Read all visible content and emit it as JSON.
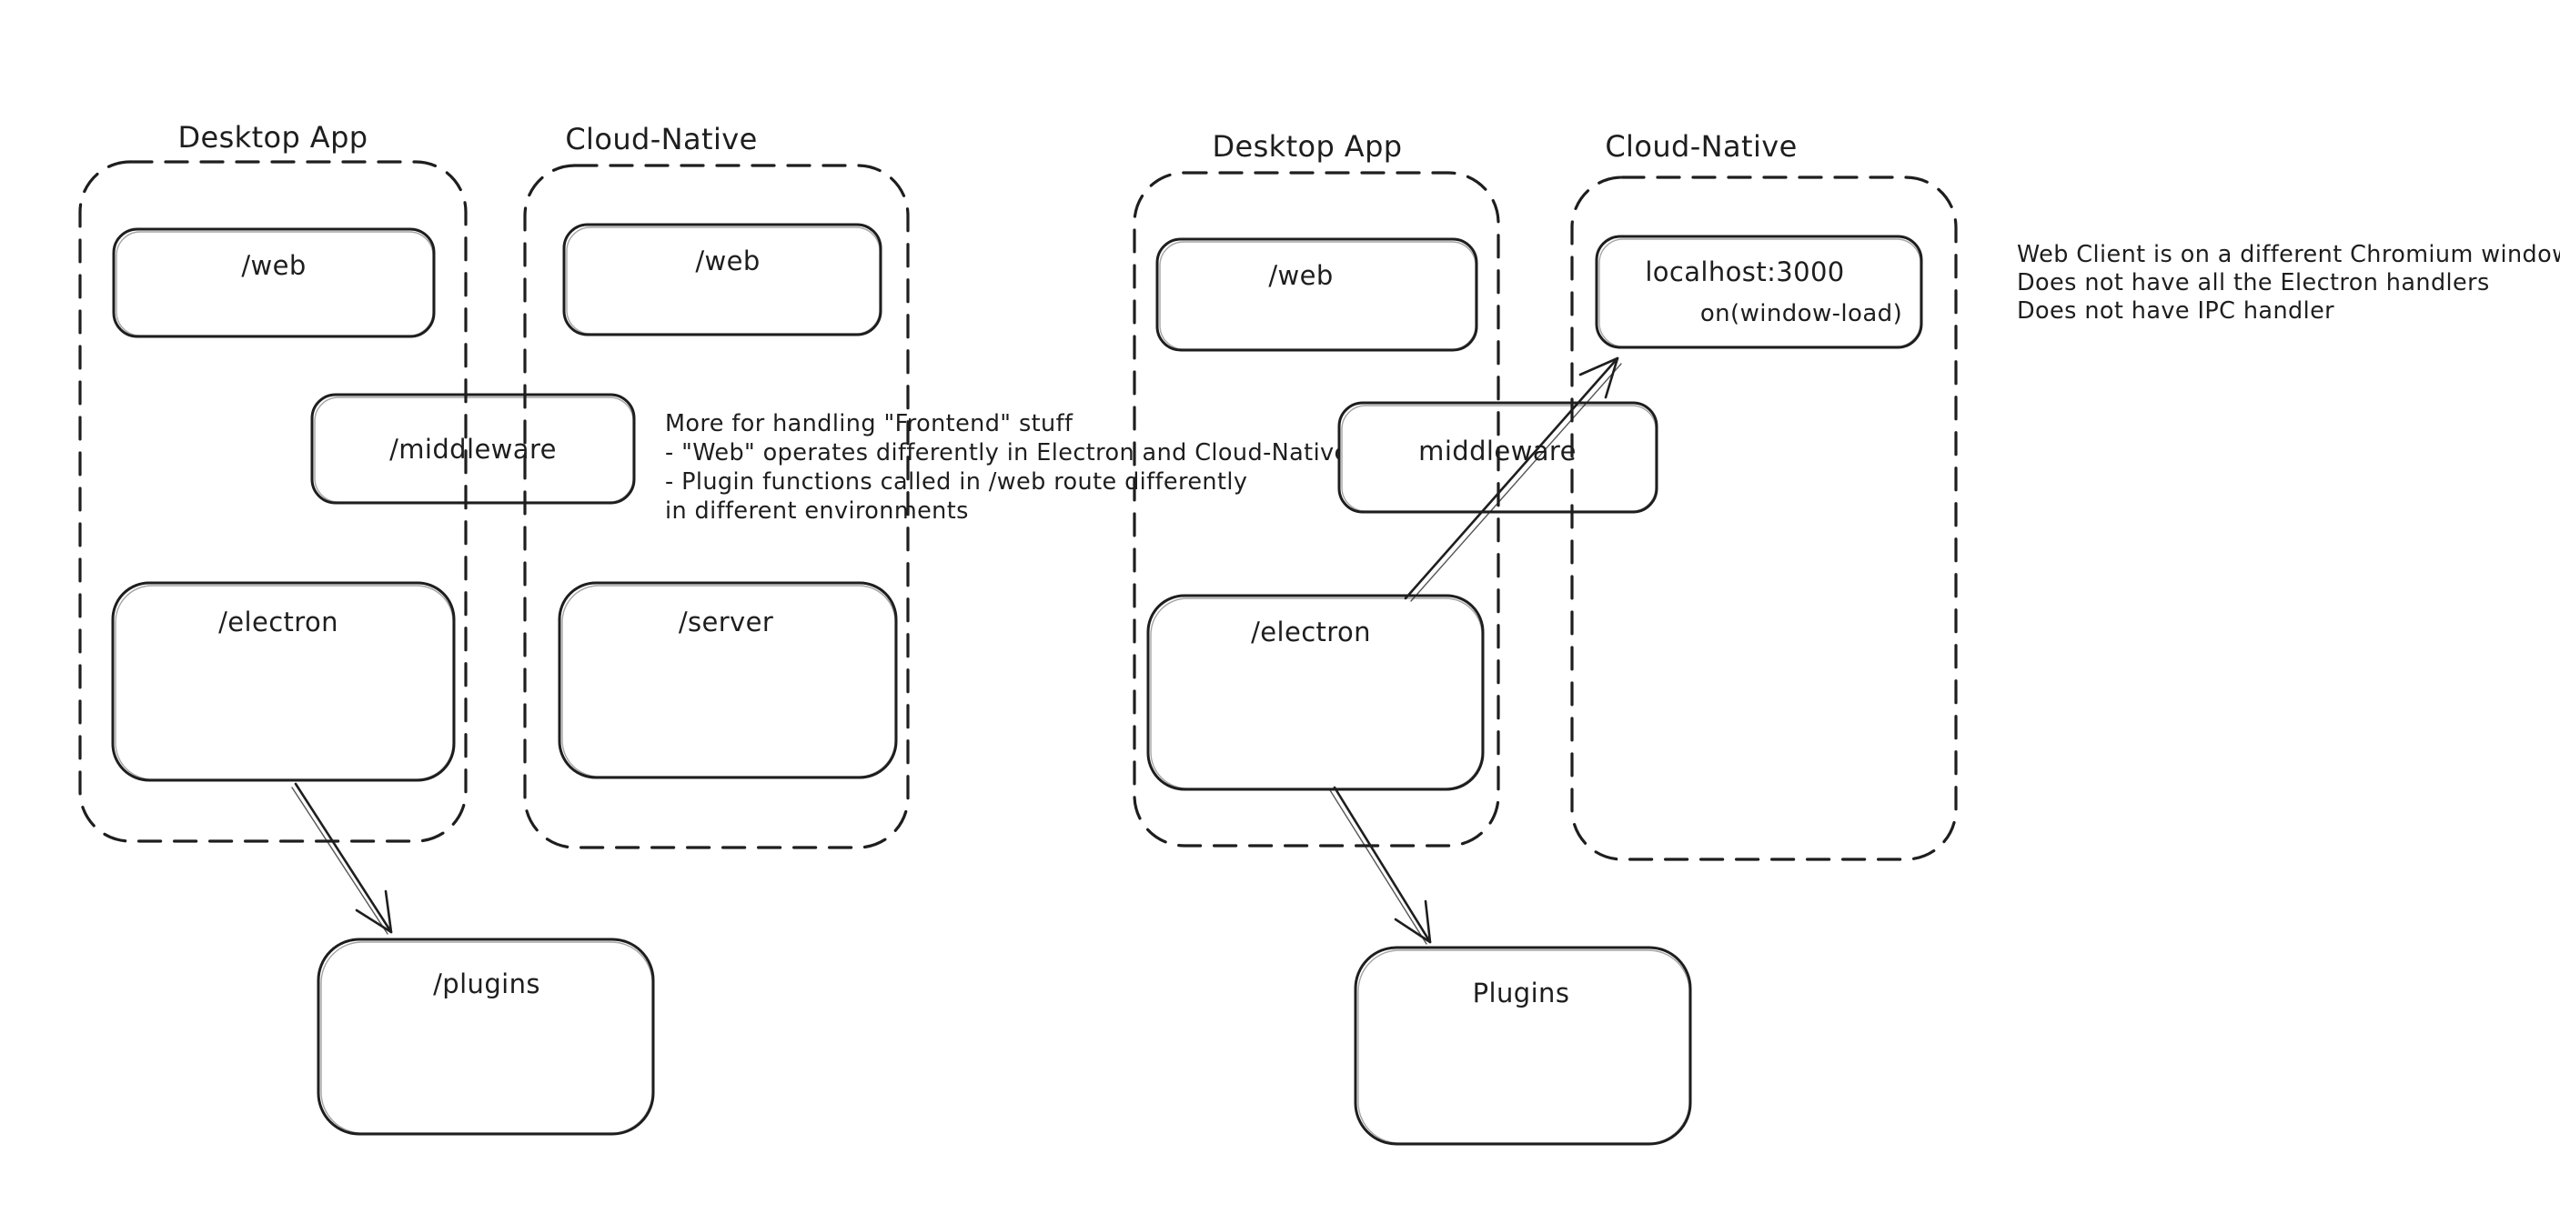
{
  "colors": {
    "ink": "#1e1e1e",
    "green": "#4e9a52",
    "red": "#d03732",
    "background": "#ffffff"
  },
  "left": {
    "desktop_label": "Desktop App",
    "cloud_label": "Cloud-Native",
    "web_desktop": "/web",
    "web_cloud": "/web",
    "middleware": "/middleware",
    "electron": "/electron",
    "server": "/server",
    "plugins": "/plugins",
    "green_note": [
      "More for handling \"Frontend\" stuff",
      "- \"Web\" operates differently in Electron and Cloud-Native",
      "- Plugin functions called in /web route differently",
      "in different environments"
    ]
  },
  "right": {
    "desktop_label": "Desktop App",
    "cloud_label": "Cloud-Native",
    "web": "/web",
    "middleware": "middleware",
    "electron": "/electron",
    "localhost": "localhost:3000",
    "window_load": "on(window-load)",
    "plugins": "Plugins",
    "red_note": [
      "Web Client is on a different Chromium window",
      "Does not have all the Electron handlers",
      "Does not have IPC handler"
    ]
  }
}
